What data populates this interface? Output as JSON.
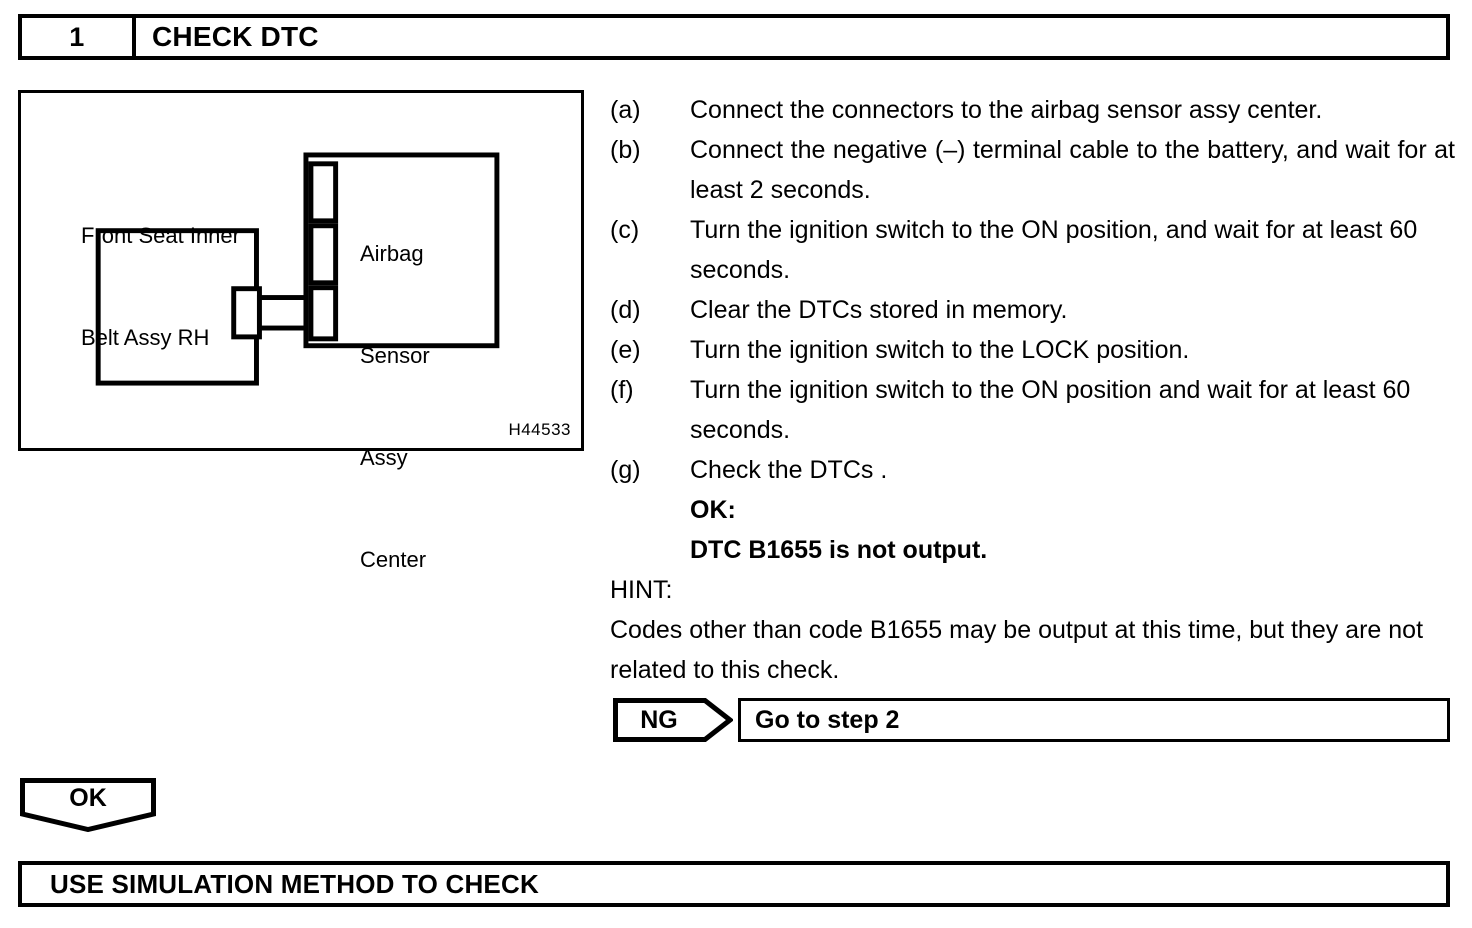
{
  "step_header": {
    "number": "1",
    "title": "CHECK DTC"
  },
  "figure": {
    "left_component_label_line1": "Front Seat Inner",
    "left_component_label_line2": "Belt Assy RH",
    "right_component_label_line1": "Airbag",
    "right_component_label_line2": "Sensor",
    "right_component_label_line3": "Assy",
    "right_component_label_line4": "Center",
    "reference_code": "H44533"
  },
  "procedure": {
    "steps": [
      {
        "marker": "(a)",
        "text": "Connect the connectors to the airbag sensor assy center."
      },
      {
        "marker": "(b)",
        "text": "Connect the negative (–) terminal cable to the battery, and wait for at least 2 seconds."
      },
      {
        "marker": "(c)",
        "text": "Turn the ignition switch to the ON position, and wait for at least 60 seconds."
      },
      {
        "marker": "(d)",
        "text": "Clear the DTCs stored in memory."
      },
      {
        "marker": "(e)",
        "text": "Turn the ignition switch to the LOCK position."
      },
      {
        "marker": "(f)",
        "text": "Turn the ignition switch to the ON position and wait for at least 60 seconds."
      },
      {
        "marker": "(g)",
        "text": "Check the DTCs ."
      }
    ],
    "ok_label": "OK:",
    "ok_criteria": "DTC B1655 is not output.",
    "hint_label": "HINT:",
    "hint_text": "Codes other than code B1655 may be output at this time, but they are not related to this check."
  },
  "results": {
    "ng_label": "NG",
    "ng_action": "Go to step 2",
    "ok_label": "OK"
  },
  "bottom_banner": {
    "title": "USE SIMULATION METHOD TO CHECK"
  },
  "colors": {
    "ink": "#000000",
    "paper": "#ffffff"
  }
}
